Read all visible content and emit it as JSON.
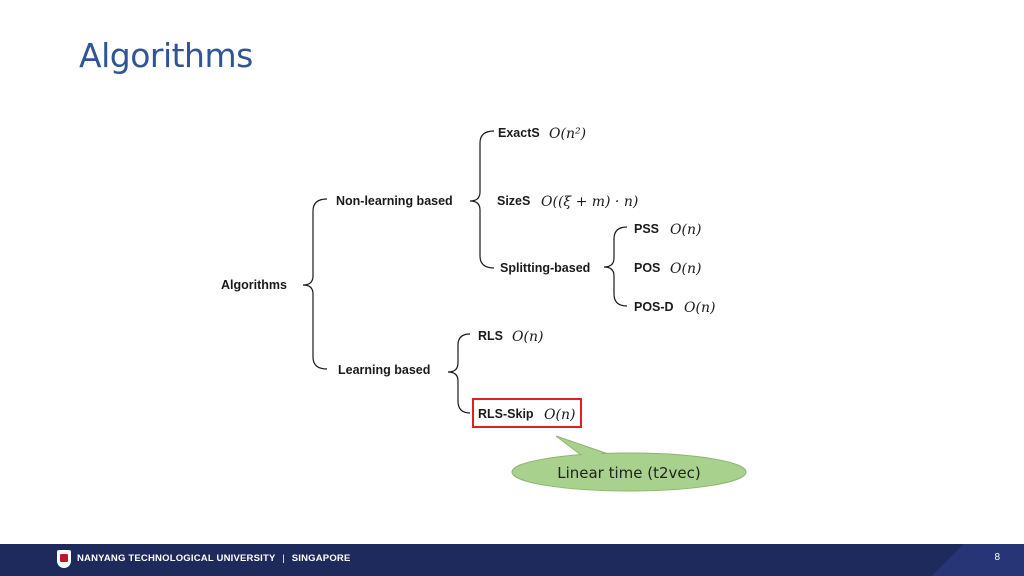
{
  "slide": {
    "title": "Algorithms",
    "page_number": "8",
    "footer": {
      "university": "NANYANG TECHNOLOGICAL UNIVERSITY",
      "separator": "|",
      "location": "SINGAPORE",
      "color": "#1f2a5c"
    }
  },
  "diagram": {
    "root": "Algorithms",
    "non_learning": {
      "label": "Non-learning based",
      "exacts": {
        "name": "ExactS",
        "complexity": "O(n²)"
      },
      "sizes": {
        "name": "SizeS",
        "complexity": "O((ξ + m) · n)"
      },
      "splitting": {
        "label": "Splitting-based",
        "pss": {
          "name": "PSS",
          "complexity": "O(n)"
        },
        "pos": {
          "name": "POS",
          "complexity": "O(n)"
        },
        "posd": {
          "name": "POS-D",
          "complexity": "O(n)"
        }
      }
    },
    "learning": {
      "label": "Learning based",
      "rls": {
        "name": "RLS",
        "complexity": "O(n)"
      },
      "rls_skip": {
        "name": "RLS-Skip",
        "complexity": "O(n)",
        "highlight_color": "#e02020"
      }
    },
    "callout": {
      "text": "Linear time (t2vec)",
      "fill": "#a9d18e",
      "stroke": "#8fb36f"
    }
  }
}
